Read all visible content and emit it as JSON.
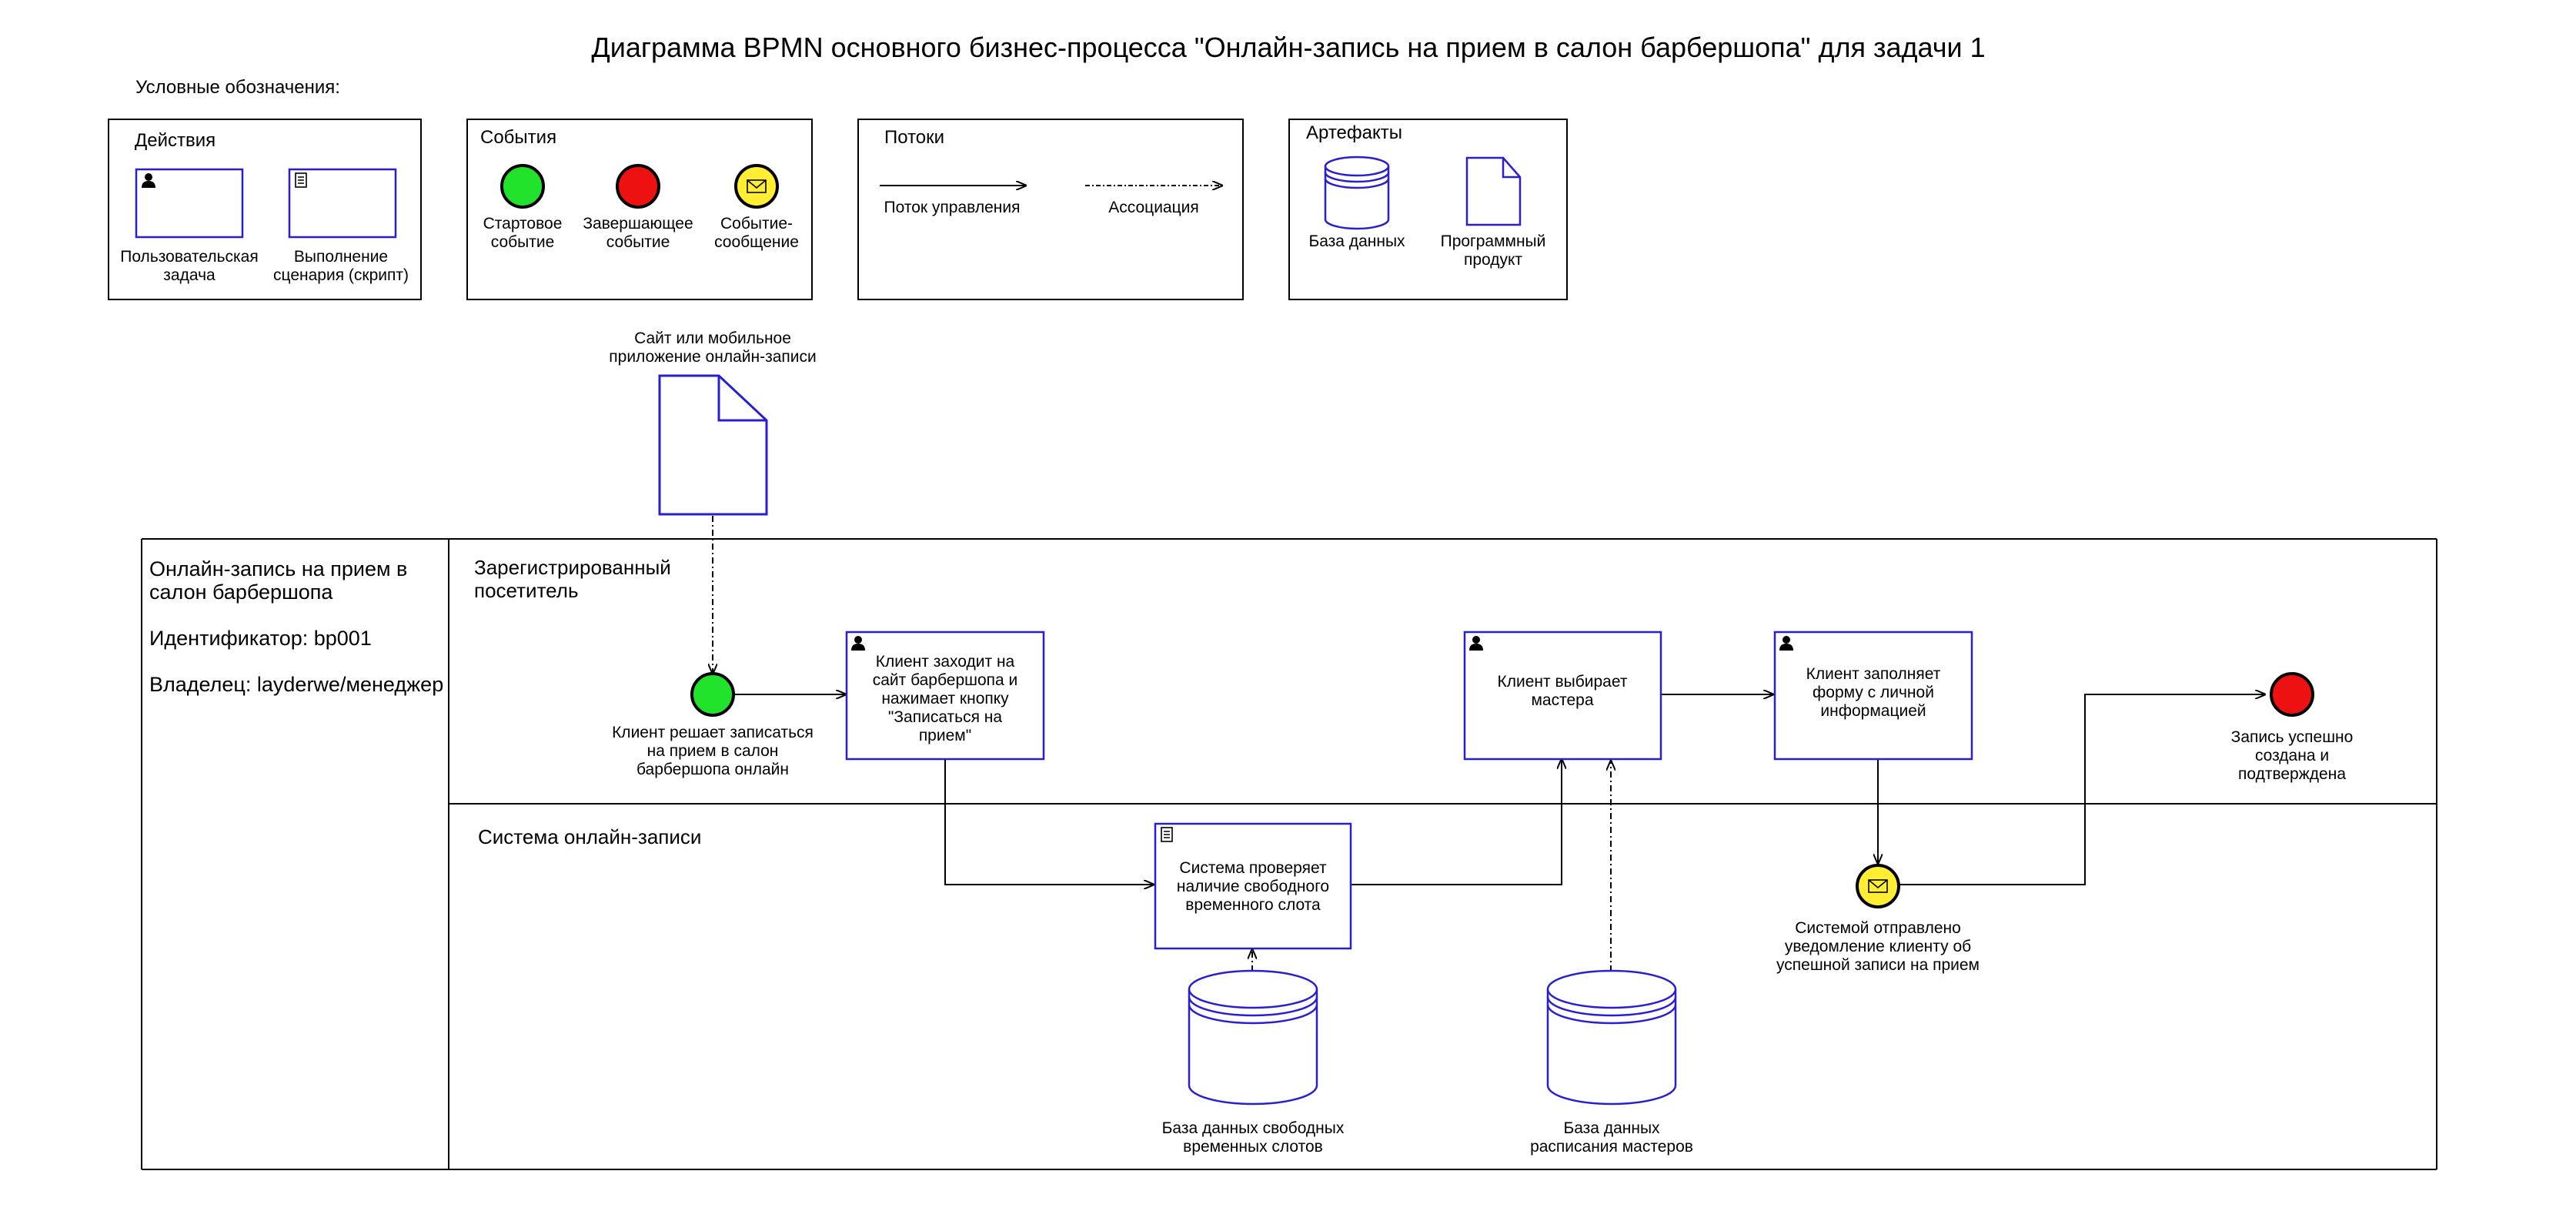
{
  "title": "Диаграмма BPMN основного бизнес-процесса \"Онлайн-запись на прием в салон барбершопа\" для задачи 1",
  "legend": {
    "heading": "Условные обозначения:",
    "actions": {
      "title": "Действия",
      "user_task": [
        "Пользовательская",
        "задача"
      ],
      "script_task": [
        "Выполнение",
        "сценария (скрипт)"
      ]
    },
    "events": {
      "title": "События",
      "start": [
        "Стартовое",
        "событие"
      ],
      "end": [
        "Завершающее",
        "событие"
      ],
      "message": [
        "Событие-",
        "сообщение"
      ]
    },
    "flows": {
      "title": "Потоки",
      "control": "Поток управления",
      "association": "Ассоциация"
    },
    "artifacts": {
      "title": "Артефакты",
      "database": "База данных",
      "software": [
        "Программный",
        "продукт"
      ]
    }
  },
  "artifact_site": [
    "Сайт или мобильное",
    "приложение онлайн-записи"
  ],
  "pool": {
    "name": [
      "Онлайн-запись на прием в",
      "салон барбершопа"
    ],
    "identifier": "Идентификатор: bp001",
    "owner": "Владелец: layderwe/менеджер"
  },
  "lanes": {
    "visitor": [
      "Зарегистрированный",
      "посетитель"
    ],
    "system": "Система онлайн-записи"
  },
  "nodes": {
    "start_event": [
      "Клиент решает записаться",
      "на прием в салон",
      "барбершопа онлайн"
    ],
    "task_visit_site": [
      "Клиент заходит на",
      "сайт барбершопа и",
      "нажимает кнопку",
      "\"Записаться на",
      "прием\""
    ],
    "task_check_slot": [
      "Система проверяет",
      "наличие свободного",
      "временного слота"
    ],
    "task_choose_master": [
      "Клиент выбирает",
      "мастера"
    ],
    "task_fill_form": [
      "Клиент заполняет",
      "форму с личной",
      "информацией"
    ],
    "message_event": [
      "Системой отправлено",
      "уведомление клиенту об",
      "успешной записи на прием"
    ],
    "end_event": [
      "Запись успешно",
      "создана и",
      "подтверждена"
    ],
    "db_slots": [
      "База данных свободных",
      "временных слотов"
    ],
    "db_schedule": [
      "База данных",
      "расписания мастеров"
    ]
  },
  "colors": {
    "task_border": "#2a1fd0",
    "start_fill": "#22e32c",
    "end_fill": "#ee1111",
    "message_fill": "#ffee33",
    "line": "#000000"
  }
}
